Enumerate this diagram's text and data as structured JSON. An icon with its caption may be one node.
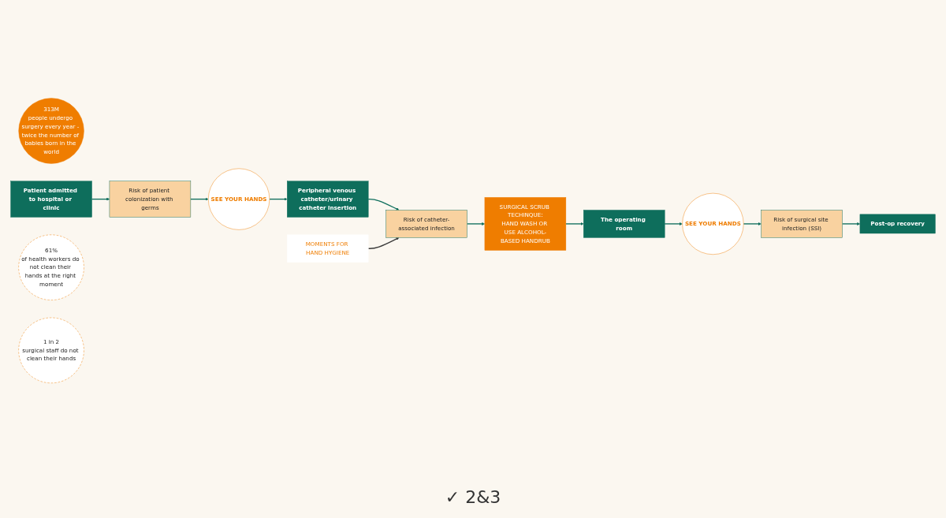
{
  "diagram": {
    "nodes": [
      {
        "text": [
          "313M",
          "people undergo surgery every year - twice the number of babies born in the world"
        ]
      },
      {
        "text": [
          "Patient admitted to hospital or clinic"
        ]
      },
      {
        "text": [
          "Risk of patient colonization with germs"
        ]
      },
      {
        "text": [
          "SEE YOUR HANDS"
        ]
      },
      {
        "text": [
          "Peripheral venous catheter/urinary catheter insertion"
        ]
      },
      {
        "text": [
          "Risk of catheter-associated infection"
        ]
      },
      {
        "text": [
          "MOMENTS FOR HAND HYGIENE"
        ]
      },
      {
        "text": [
          "SURGICAL SCRUB TECHINQUE:",
          "HAND WASH OR USE ALCOHOL-BASED HANDRUB"
        ]
      },
      {
        "text": [
          "The operating room"
        ]
      },
      {
        "text": [
          "SEE YOUR HANDS"
        ]
      },
      {
        "text": [
          "Risk of surgical site infection (SSI)"
        ]
      },
      {
        "text": [
          "Post-op recovery"
        ]
      },
      {
        "text": [
          "61%",
          "of health workers do not clean their hands at the right moment"
        ]
      },
      {
        "text": [
          "1 in 2",
          "surgical staff do not clean their hands"
        ]
      }
    ],
    "edges": [
      {
        "from": 1,
        "to": 2,
        "arrow": "to"
      },
      {
        "from": 2,
        "to": 3,
        "arrow": "to"
      },
      {
        "from": 3,
        "to": 4,
        "arrow": "to"
      },
      {
        "from": 4,
        "to": 5,
        "arrow": "to"
      },
      {
        "from": 6,
        "to": 5,
        "arrow": "to",
        "color": "#3a3a3a"
      },
      {
        "from": 5,
        "to": 7,
        "arrow": "to"
      },
      {
        "from": 7,
        "to": 8,
        "arrow": "to"
      },
      {
        "from": 8,
        "to": 9,
        "arrow": "to"
      },
      {
        "from": 9,
        "to": 10,
        "arrow": "to"
      },
      {
        "from": 10,
        "to": 11,
        "arrow": "to"
      }
    ],
    "labels": [
      "✓ 2&3"
    ]
  }
}
